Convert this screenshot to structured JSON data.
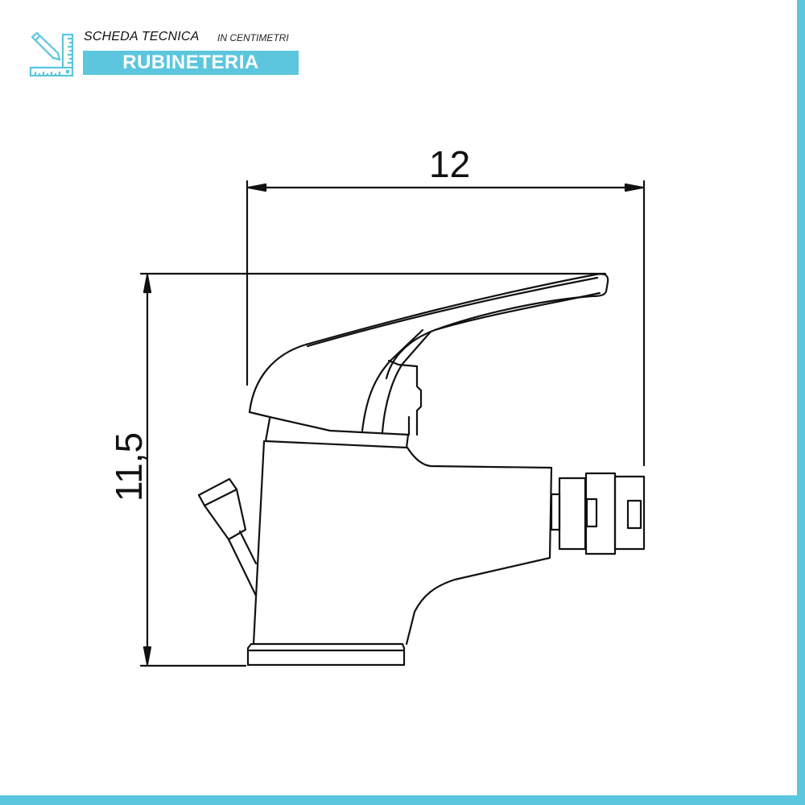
{
  "header": {
    "title": "SCHEDA TECNICA",
    "unit_note": "IN CENTIMETRI",
    "category": "RUBINETERIA",
    "icon": "ruler-pencil-icon"
  },
  "drawing": {
    "subject": "bidet mixer tap (side view)",
    "dimensions": {
      "width": "12",
      "height": "11,5"
    }
  },
  "colors": {
    "accent": "#5bc6de",
    "line": "#111111",
    "background": "#ffffff"
  }
}
